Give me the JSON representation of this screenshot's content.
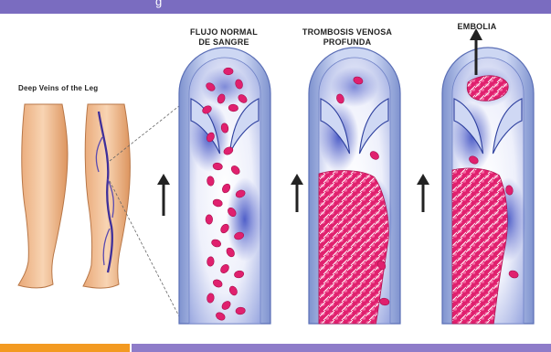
{
  "header": {
    "text": "g"
  },
  "legs": {
    "caption": "Deep Veins of the Leg"
  },
  "panels": [
    {
      "title": "FLUJO NORMAL\nDE SANGRE"
    },
    {
      "title": "TROMBOSIS VENOSA\nPROFUNDA"
    },
    {
      "title": "EMBOLIA"
    }
  ],
  "colors": {
    "header_bar": "#7a6cc0",
    "footer_orange": "#f39a21",
    "footer_purple": "#8e7cc9",
    "blood_cell": "#e0206e",
    "vein_wall": "#b7c6ea",
    "vein_inner": "#3044b8"
  },
  "icons": [
    "up-arrow-icon",
    "up-arrow-icon",
    "up-arrow-icon",
    "up-arrow-icon"
  ]
}
